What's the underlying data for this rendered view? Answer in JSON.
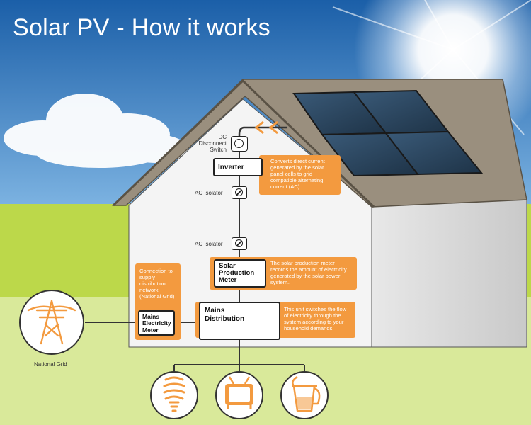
{
  "title": "Solar PV - How it works",
  "labels": {
    "dc_disconnect": "DC\nDisconnect\nSwitch",
    "ac_isolator_1": "AC Isolator",
    "ac_isolator_2": "AC Isolator",
    "national_grid": "National Grid"
  },
  "boxes": {
    "inverter": "Inverter",
    "solar_meter": "Solar\nProduction\nMeter",
    "mains_distribution": "Mains\nDistribution",
    "mains_meter": "Mains\nElectricity\nMeter"
  },
  "notes": {
    "inverter": "Converts direct current generated by the solar panel cells to grid compatible alternating current (AC).",
    "solar_meter": "The solar production meter records the amount of electricity generated by the solar power system..",
    "mains_distribution": "This unit switches the flow of electricity through the system according to your household demands.",
    "connection": "Connection to supply distribution network (National Grid)"
  },
  "icons": [
    "pylon-icon",
    "light-bulb-icon",
    "television-icon",
    "kettle-icon",
    "sun-icon",
    "cloud-icon",
    "solar-panel-icon"
  ],
  "colors": {
    "sky_top": "#1b5fa8",
    "sky_bottom": "#7fb5e3",
    "grass": "#bcd84a",
    "ground": "#d9e99a",
    "roof": "#9a8f7e",
    "panel": "#2a4660",
    "accent_orange": "#f39a3f"
  }
}
